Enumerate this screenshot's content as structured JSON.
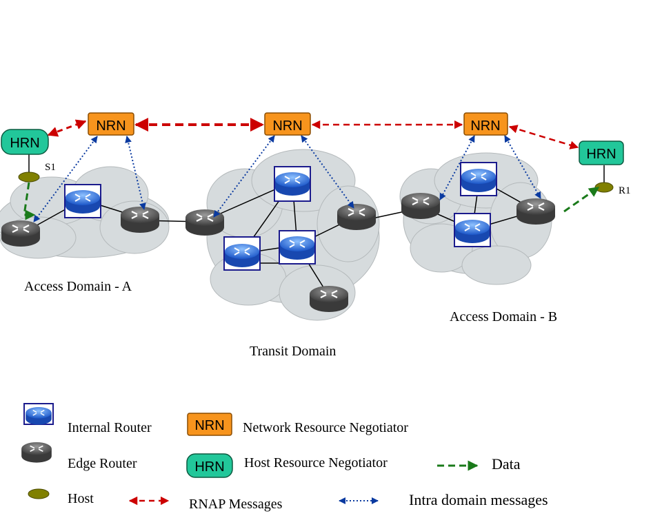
{
  "colors": {
    "nrn_fill": "#f7941d",
    "hrn_fill": "#22c79a",
    "rnap_arrow": "#cc0000",
    "intra_arrow": "#0a3aa0",
    "data_arrow": "#1a7a1a",
    "cloud": "#d6dbdd",
    "host": "#808000",
    "internal_router": "#3a7ee8",
    "edge_router": "#6b6b6b"
  },
  "nodes": {
    "nrn_label": "NRN",
    "hrn_label": "HRN",
    "sender_label": "S1",
    "receiver_label": "R1"
  },
  "domains": {
    "access_a": "Access Domain - A",
    "transit": "Transit Domain",
    "access_b": "Access Domain - B"
  },
  "legend": {
    "internal_router": "Internal Router",
    "edge_router": "Edge Router",
    "host": "Host",
    "nrn_box": "NRN",
    "nrn_text": "Network Resource Negotiator",
    "hrn_box": "HRN",
    "hrn_text": "Host Resource Negotiator",
    "data": "Data",
    "rnap": "RNAP Messages",
    "intra": "Intra domain messages"
  }
}
